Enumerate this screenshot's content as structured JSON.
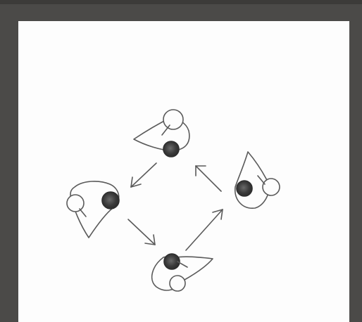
{
  "diagram": {
    "nodes": [
      {
        "id": "top",
        "head": "open-circle",
        "base": "dark-circle",
        "cone": "wedge"
      },
      {
        "id": "left",
        "head": "open-circle",
        "base": "dark-circle",
        "cone": "wedge"
      },
      {
        "id": "bottom",
        "head": "open-circle",
        "base": "dark-circle",
        "cone": "wedge"
      },
      {
        "id": "right",
        "head": "open-circle",
        "base": "dark-circle",
        "cone": "wedge"
      }
    ],
    "edges": [
      {
        "from": "top",
        "to": "left"
      },
      {
        "from": "left",
        "to": "bottom"
      },
      {
        "from": "bottom",
        "to": "right"
      },
      {
        "from": "right",
        "to": "top"
      }
    ],
    "colors": {
      "frame": "#4b4a48",
      "paper": "#fdfdfd",
      "ink": "#5a5a5a",
      "filled_circle": "#3a3a3a"
    }
  }
}
